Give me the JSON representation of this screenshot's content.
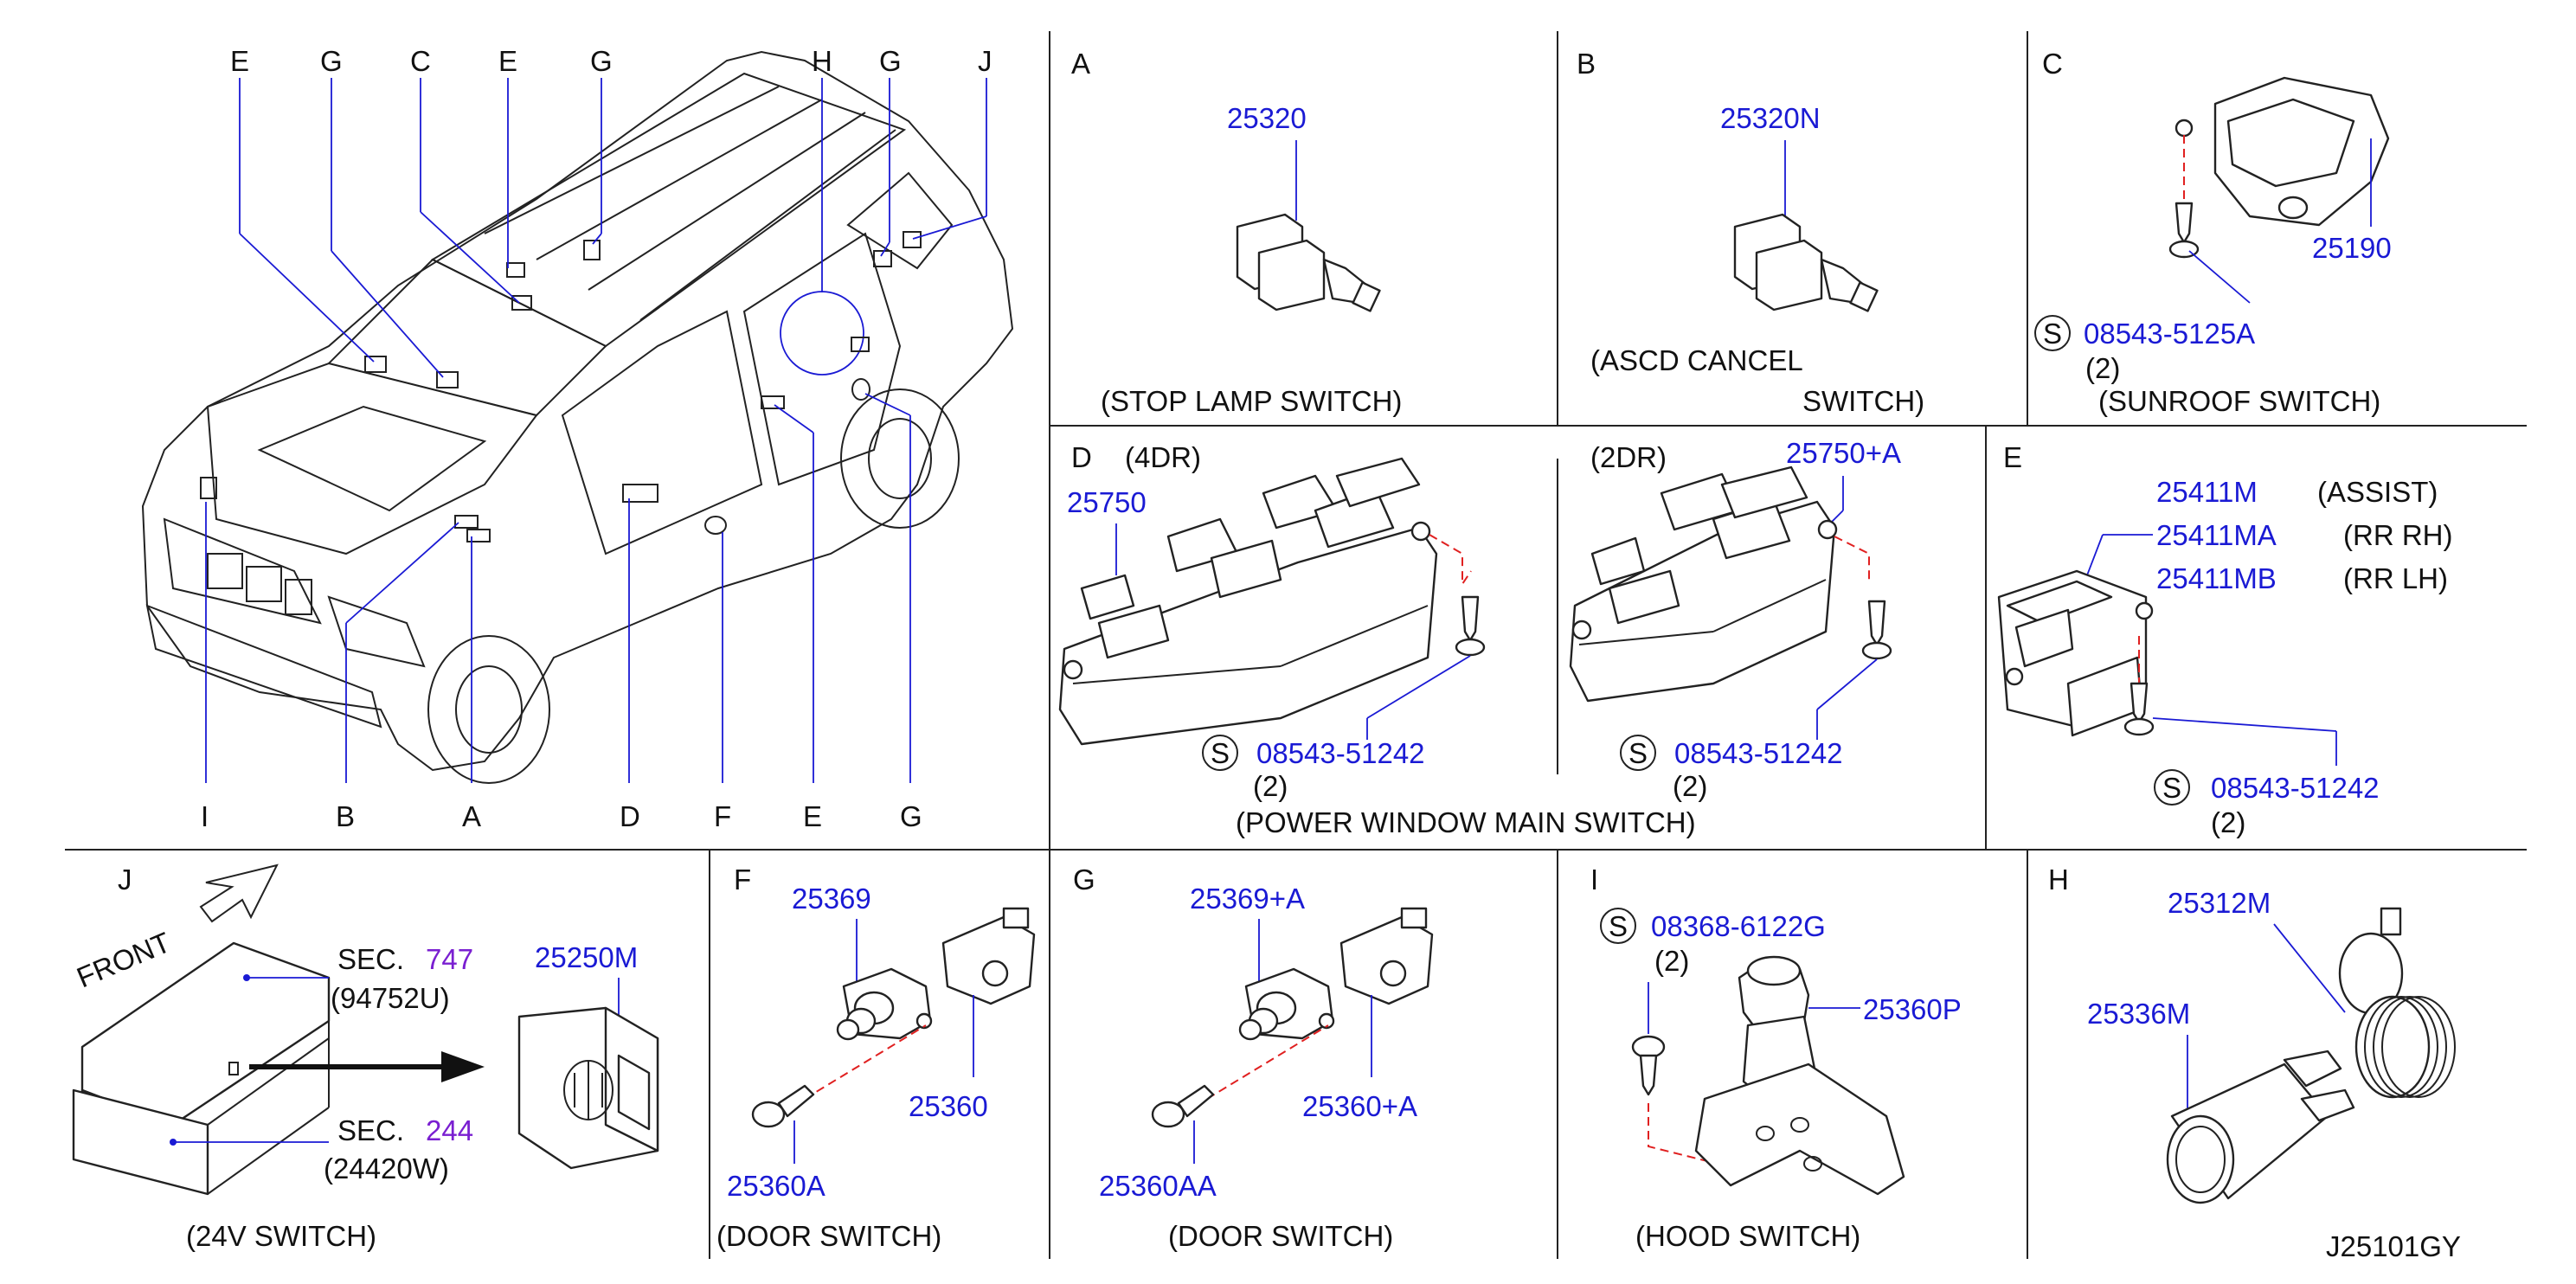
{
  "vehicle_view": {
    "top_letters": [
      "E",
      "G",
      "C",
      "E",
      "G",
      "H",
      "G",
      "J"
    ],
    "bottom_letters": [
      "I",
      "B",
      "A",
      "D",
      "F",
      "E",
      "G"
    ]
  },
  "panels": {
    "A": {
      "letter": "A",
      "part": "25320",
      "caption": "(STOP   LAMP   SWITCH)"
    },
    "B": {
      "letter": "B",
      "part": "25320N",
      "caption_line1": "(ASCD   CANCEL",
      "caption_line2": "SWITCH)"
    },
    "C": {
      "letter": "C",
      "part_main": "25190",
      "screw": "08543-5125A",
      "qty": "(2)",
      "caption": "(SUNROOF   SWITCH)"
    },
    "D": {
      "letter": "D",
      "variant_4dr": "(4DR)",
      "variant_2dr": "(2DR)",
      "part_4dr": "25750",
      "part_2dr": "25750+A",
      "screw_4dr": "08543-51242",
      "screw_2dr": "08543-51242",
      "qty_4dr": "(2)",
      "qty_2dr": "(2)",
      "caption": "(POWER   WINDOW   MAIN   SWITCH)"
    },
    "E": {
      "letter": "E",
      "parts": [
        {
          "number": "25411M",
          "desc": "(ASSIST)"
        },
        {
          "number": "25411MA",
          "desc": "(RR   RH)"
        },
        {
          "number": "25411MB",
          "desc": "(RR   LH)"
        }
      ],
      "screw": "08543-51242",
      "qty": "(2)"
    },
    "J": {
      "letter": "J",
      "front": "FRONT",
      "sec1_label": "SEC.",
      "sec1_num": "747",
      "sec1_code": "(94752U)",
      "sec2_label": "SEC.",
      "sec2_num": "244",
      "sec2_code": "(24420W)",
      "part": "25250M",
      "caption": "(24V   SWITCH)"
    },
    "F": {
      "letter": "F",
      "part_plunger": "25369",
      "part_switch": "25360",
      "part_screw": "25360A",
      "caption": "(DOOR   SWITCH)"
    },
    "G": {
      "letter": "G",
      "part_plunger": "25369+A",
      "part_switch": "25360+A",
      "part_screw": "25360AA",
      "caption": "(DOOR   SWITCH)"
    },
    "I": {
      "letter": "I",
      "screw": "08368-6122G",
      "qty": "(2)",
      "part": "25360P",
      "caption": "(HOOD   SWITCH)"
    },
    "H": {
      "letter": "H",
      "part_cap": "25312M",
      "part_socket": "25336M",
      "drawing_code": "J25101GY"
    }
  },
  "screw_symbol": "S"
}
